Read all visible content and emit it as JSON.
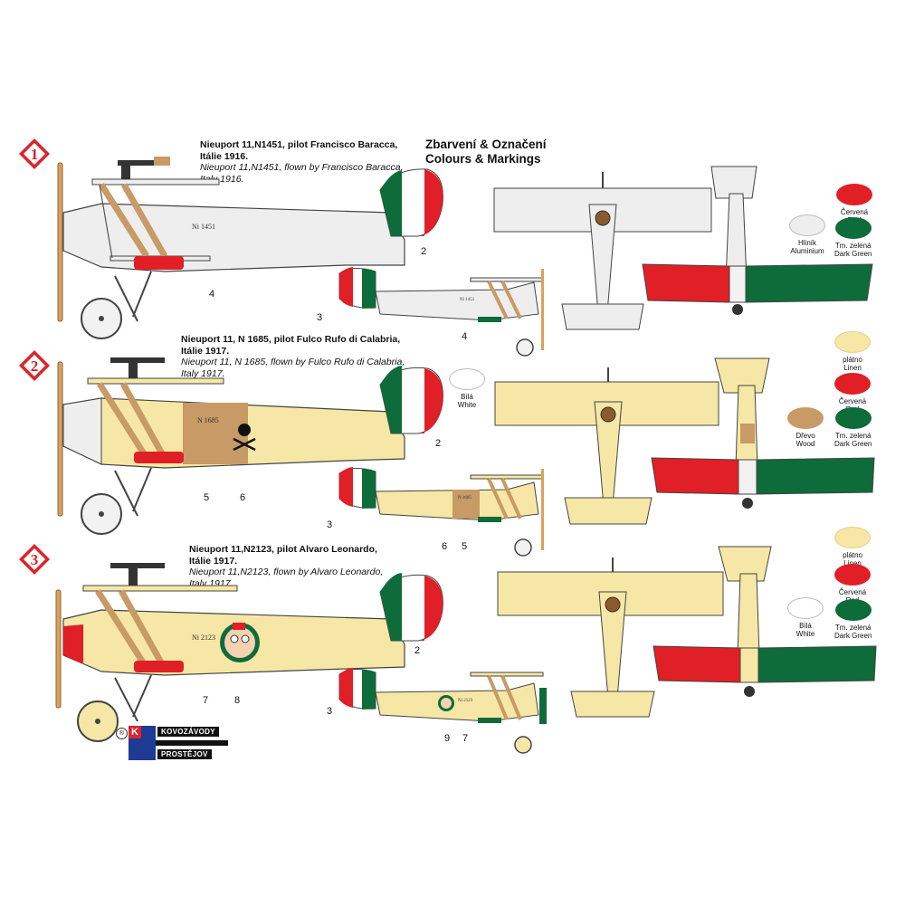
{
  "heading": {
    "line1": "Zbarvení & Označení",
    "line2": "Colours & Markings"
  },
  "schemes": [
    {
      "number": "1",
      "caption_cz_1": "Nieuport 11,N1451, pilot Francisco Baracca,",
      "caption_cz_2": "Itálie 1916.",
      "caption_en_1": "Nieuport 11,N1451, flown by Francisco Baracca,",
      "caption_en_2": "Italy 1916.",
      "serial": "Ni 1451",
      "callouts": [
        "2",
        "4",
        "3",
        "4"
      ],
      "swatches": [
        {
          "cz": "Hliník",
          "en": "Aluminium",
          "color": "#eeeeee"
        },
        {
          "cz": "Červená",
          "en": "Red",
          "color": "#e01f26"
        },
        {
          "cz": "Tm. zelená",
          "en": "Dark Green",
          "color": "#0e6b3a"
        }
      ]
    },
    {
      "number": "2",
      "caption_cz_1": "Nieuport 11, N 1685, pilot Fulco Rufo di Calabria,",
      "caption_cz_2": "Itálie 1917.",
      "caption_en_1": "Nieuport 11, N 1685, flown by Fulco Rufo di Calabria,",
      "caption_en_2": "Italy 1917.",
      "serial": "N 1685",
      "callouts": [
        "2",
        "5",
        "6",
        "3",
        "6",
        "5"
      ],
      "swatches": [
        {
          "cz": "Bílá",
          "en": "White",
          "color": "#ffffff"
        },
        {
          "cz": "plátno",
          "en": "Linen",
          "color": "#f6e7a6"
        },
        {
          "cz": "Červená",
          "en": "Red",
          "color": "#e01f26"
        },
        {
          "cz": "Dřevo",
          "en": "Wood",
          "color": "#c89a65"
        },
        {
          "cz": "Tm. zelená",
          "en": "Dark Green",
          "color": "#0e6b3a"
        }
      ]
    },
    {
      "number": "3",
      "caption_cz_1": "Nieuport 11,N2123, pilot Alvaro Leonardo,",
      "caption_cz_2": "Itálie 1917.",
      "caption_en_1": "Nieuport 11,N2123, flown by Alvaro Leonardo,",
      "caption_en_2": "Italy 1917.",
      "serial": "Ni 2123",
      "callouts": [
        "2",
        "7",
        "8",
        "3",
        "9",
        "7"
      ],
      "swatches": [
        {
          "cz": "plátno",
          "en": "Linen",
          "color": "#f6e7a6"
        },
        {
          "cz": "Červená",
          "en": "Red",
          "color": "#e01f26"
        },
        {
          "cz": "Bílá",
          "en": "White",
          "color": "#ffffff"
        },
        {
          "cz": "Tm. zelená",
          "en": "Dark Green",
          "color": "#0e6b3a"
        }
      ]
    }
  ],
  "logo": {
    "line1": "KOVOZÁVODY",
    "line2": "PROSTĚJOV",
    "mark": "K",
    "reg": "®"
  },
  "colors": {
    "badge": "#d8262c",
    "aluminium": "#eeeeee",
    "linen": "#f6e7a6",
    "red": "#e01f26",
    "green": "#0e6b3a",
    "wood": "#c89a65",
    "tan": "#c19a6b"
  }
}
